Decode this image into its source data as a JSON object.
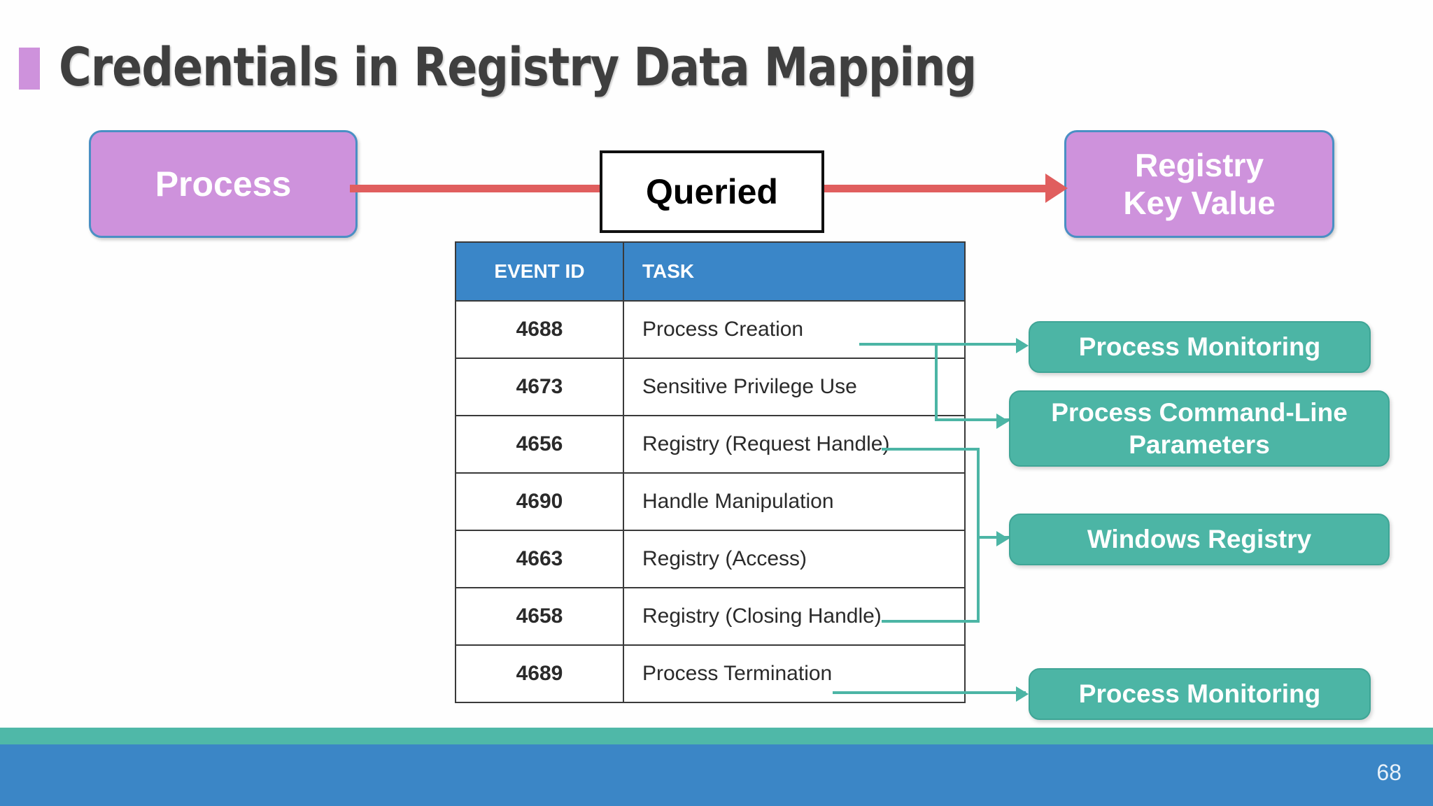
{
  "slide": {
    "title": "Credentials in Registry Data Mapping",
    "page_number": "68",
    "accent_color": "#CE92DC",
    "title_color": "#3F3F3F",
    "footer_teal_color": "#4FB8A8",
    "footer_blue_color": "#3B86C6"
  },
  "flow": {
    "source_label": "Process",
    "relation_label": "Queried",
    "target_label_line1": "Registry",
    "target_label_line2": "Key Value",
    "arrow_color": "#E05E5E",
    "node_fill": "#CE92DC",
    "node_border": "#4A8FC4"
  },
  "table": {
    "headers": [
      "EVENT ID",
      "TASK"
    ],
    "header_bg": "#3A86C8",
    "header_text_color": "#FFFFFF",
    "rows": [
      {
        "event_id": "4688",
        "task": "Process Creation"
      },
      {
        "event_id": "4673",
        "task": "Sensitive Privilege Use"
      },
      {
        "event_id": "4656",
        "task": "Registry (Request Handle)"
      },
      {
        "event_id": "4690",
        "task": "Handle Manipulation"
      },
      {
        "event_id": "4663",
        "task": "Registry (Access)"
      },
      {
        "event_id": "4658",
        "task": "Registry (Closing Handle)"
      },
      {
        "event_id": "4689",
        "task": "Process Termination"
      }
    ]
  },
  "data_sources": {
    "box_fill": "#4CB5A5",
    "connector_color": "#4CB5A5",
    "items": [
      {
        "label": "Process Monitoring"
      },
      {
        "label": "Process Command-Line Parameters"
      },
      {
        "label": "Windows Registry"
      },
      {
        "label": "Process Monitoring"
      }
    ]
  }
}
